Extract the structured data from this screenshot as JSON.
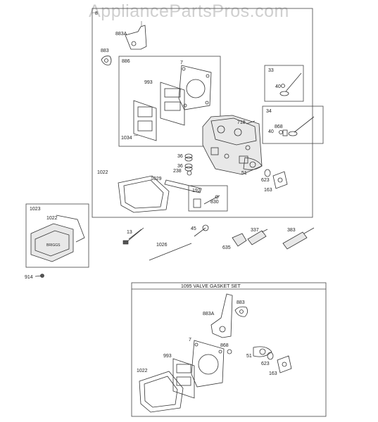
{
  "watermark": "AppliancePartsPros.com",
  "boxes": {
    "main_label": "8",
    "subbox_886": "886",
    "subbox_33": "33",
    "subbox_34": "34",
    "subbox_192": "192",
    "subbox_1023": "1023",
    "gasket_set_title": "1095 VALVE GASKET SET"
  },
  "callouts": {
    "p883A": "883A",
    "p883": "883",
    "p7": "7",
    "p993": "993",
    "p1034": "1034",
    "p40a": "40",
    "p40b": "40",
    "p868": "868",
    "p718": "718",
    "p36a": "36",
    "p36b": "36",
    "p238": "238",
    "p1029": "1029",
    "p1022": "1022",
    "p51": "51",
    "p623": "623",
    "p163": "163",
    "p830": "830",
    "p1022b": "1022",
    "p914": "914",
    "p13": "13",
    "p45": "45",
    "p1026": "1026",
    "p337": "337",
    "p635": "635",
    "p383": "383",
    "g883": "883",
    "g883A": "883A",
    "g7": "7",
    "g868": "868",
    "g993": "993",
    "g51": "51",
    "g623": "623",
    "g163": "163",
    "g1022": "1022"
  }
}
